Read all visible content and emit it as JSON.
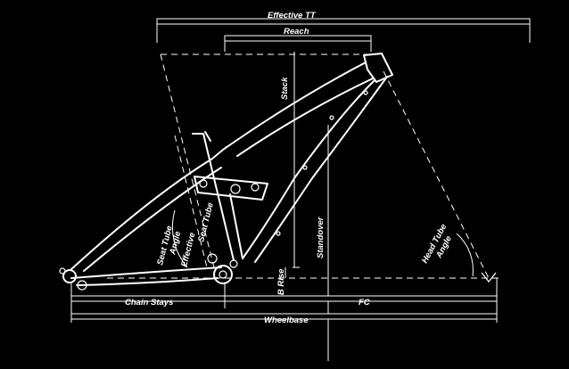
{
  "labels": {
    "effective_tt": "Effective TT",
    "reach": "Reach",
    "stack": "Stack",
    "standover": "Standover",
    "seat_tube": "Seat Tube",
    "seat_tube_angle_1": "Seat Tube",
    "seat_tube_angle_2": "Angle",
    "seat_tube_angle_3": "Effective",
    "head_tube_angle_1": "Head Tube",
    "head_tube_angle_2": "Angle",
    "bb_rise": "BB Rise",
    "chain_stays": "Chain Stays",
    "fc": "FC",
    "wheelbase": "Wheelbase"
  },
  "colors": {
    "background": "#000000",
    "line": "#ffffff"
  }
}
